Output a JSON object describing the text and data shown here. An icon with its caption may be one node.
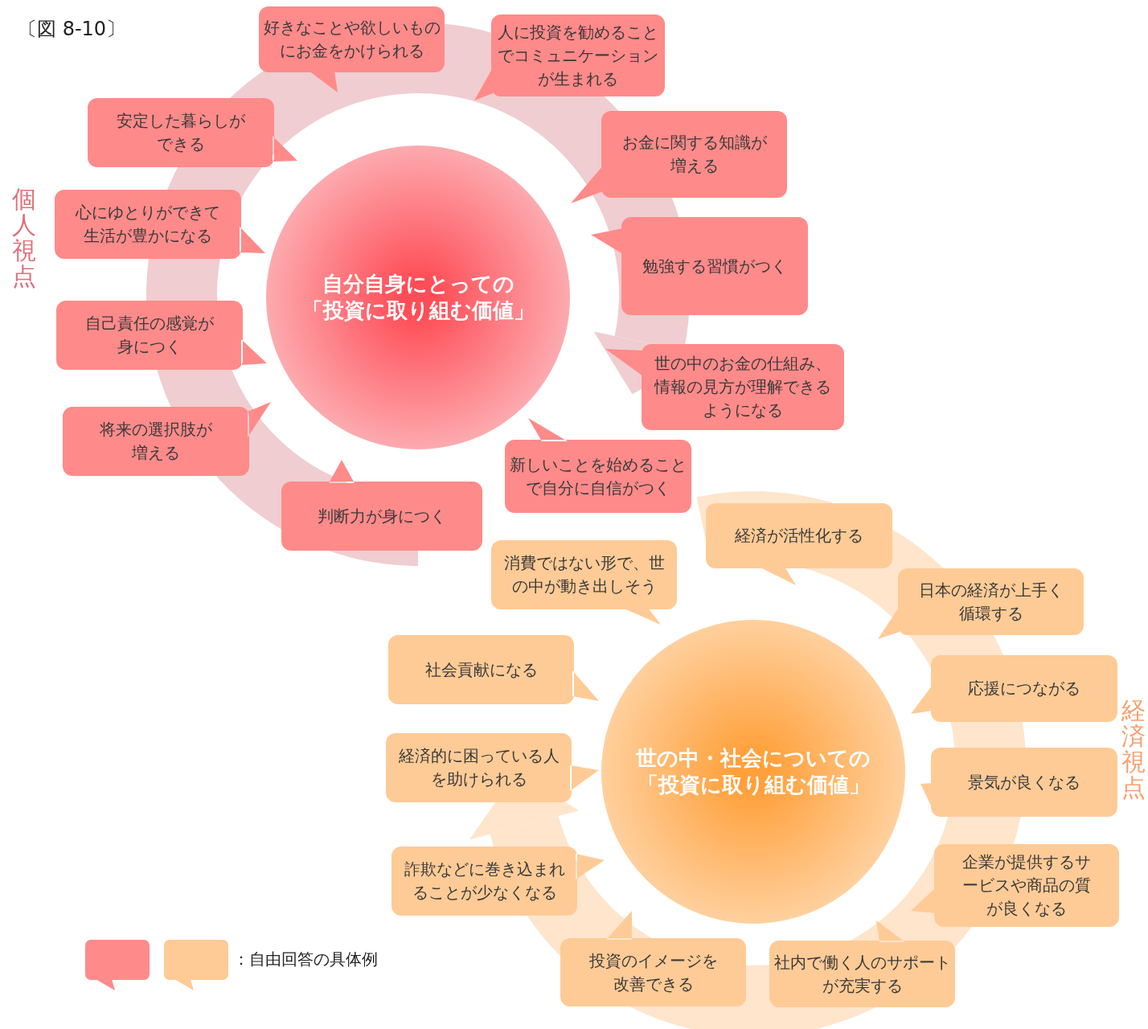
{
  "diagram": {
    "title": "〔図 8-10〕",
    "nodes": [
      {
        "text": [
          "自分自身にとっての",
          "「投資に取り組む価値」"
        ]
      },
      {
        "text": [
          "好きなことや欲しいものにお金をかけられる"
        ]
      },
      {
        "text": [
          "人に投資を勧めることでコミュニケーションが生まれる"
        ]
      },
      {
        "text": [
          "安定した暮らしができる"
        ]
      },
      {
        "text": [
          "お金に関する知識が増える"
        ]
      },
      {
        "text": [
          "心にゆとりができて生活が豊かになる"
        ]
      },
      {
        "text": [
          "勉強する習慣がつく"
        ]
      },
      {
        "text": [
          "自己責任の感覚が身につく"
        ]
      },
      {
        "text": [
          "世の中のお金の仕組み、情報の見方が理解できるようになる"
        ]
      },
      {
        "text": [
          "将来の選択肢が増える"
        ]
      },
      {
        "text": [
          "新しいことを始めることで自分に自信がつく"
        ]
      },
      {
        "text": [
          "判断力が身につく"
        ]
      },
      {
        "text": [
          "世の中・社会についての",
          "「投資に取り組む価値」"
        ]
      },
      {
        "text": [
          "経済が活性化する"
        ]
      },
      {
        "text": [
          "消費ではない形で、世の中が動き出しそう"
        ]
      },
      {
        "text": [
          "日本の経済が上手く循環する"
        ]
      },
      {
        "text": [
          "社会貢献になる"
        ]
      },
      {
        "text": [
          "応援につながる"
        ]
      },
      {
        "text": [
          "経済的に困っている人を助けられる"
        ]
      },
      {
        "text": [
          "景気が良くなる"
        ]
      },
      {
        "text": [
          "企業が提供するサービスや商品の質が良くなる"
        ]
      },
      {
        "text": [
          "詐欺などに巻き込まれることが少なくなる"
        ]
      },
      {
        "text": [
          "投資のイメージを改善できる"
        ]
      },
      {
        "text": [
          "社内で働く人のサポートが充実する"
        ]
      }
    ],
    "edges": [],
    "labels": [
      "個人視点",
      "経済視点"
    ],
    "legend": [
      {
        "text": "：自由回答の具体例"
      }
    ]
  }
}
